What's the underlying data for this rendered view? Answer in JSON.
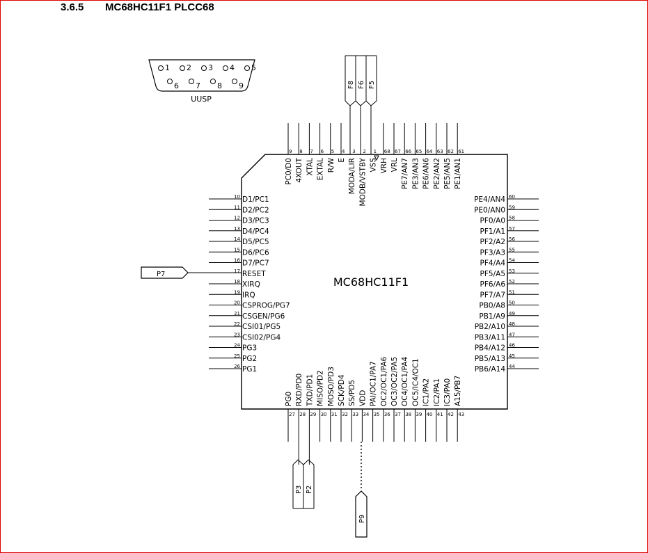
{
  "heading": {
    "number": "3.6.5",
    "title": "MC68HC11F1 PLCC68"
  },
  "chip_label": "MC68HC11F1",
  "uusp": {
    "label": "UUSP",
    "top_pins": [
      "1",
      "2",
      "3",
      "4",
      "5"
    ],
    "bottom_pins": [
      "6",
      "7",
      "8",
      "9"
    ]
  },
  "connectors": {
    "top": [
      "F8",
      "F6",
      "F5"
    ],
    "left": "P7",
    "bottom": [
      "P3",
      "P2"
    ],
    "vdd": "P9"
  },
  "top_pins": [
    {
      "n": "9",
      "name": "PC0/D0"
    },
    {
      "n": "8",
      "name": "4XOUT"
    },
    {
      "n": "7",
      "name": "XTAL"
    },
    {
      "n": "6",
      "name": "EXTAL"
    },
    {
      "n": "5",
      "name": "R/W"
    },
    {
      "n": "4",
      "name": "E"
    },
    {
      "n": "3",
      "name": "MODA/LIR"
    },
    {
      "n": "2",
      "name": "MODB/VSTBY"
    },
    {
      "n": "1",
      "name": "VSS"
    },
    {
      "n": "68",
      "name": "VRH"
    },
    {
      "n": "67",
      "name": "VRL"
    },
    {
      "n": "66",
      "name": "PE7/AN7"
    },
    {
      "n": "65",
      "name": "PE3/AN3"
    },
    {
      "n": "64",
      "name": "PE6/AN6"
    },
    {
      "n": "63",
      "name": "PE2/AN2"
    },
    {
      "n": "62",
      "name": "PE5/AN5"
    },
    {
      "n": "61",
      "name": "PE1/AN1"
    }
  ],
  "left_pins": [
    {
      "n": "10",
      "name": "D1/PC1"
    },
    {
      "n": "11",
      "name": "D2/PC2"
    },
    {
      "n": "12",
      "name": "D3/PC3"
    },
    {
      "n": "13",
      "name": "D4/PC4"
    },
    {
      "n": "14",
      "name": "D5/PC5"
    },
    {
      "n": "15",
      "name": "D6/PC6"
    },
    {
      "n": "16",
      "name": "D7/PC7"
    },
    {
      "n": "17",
      "name": "RESET"
    },
    {
      "n": "18",
      "name": "XIRQ"
    },
    {
      "n": "19",
      "name": "IRQ"
    },
    {
      "n": "20",
      "name": "CSPROG/PG7"
    },
    {
      "n": "21",
      "name": "CSGEN/PG6"
    },
    {
      "n": "22",
      "name": "CSI01/PG5"
    },
    {
      "n": "23",
      "name": "CSI02/PG4"
    },
    {
      "n": "24",
      "name": "PG3"
    },
    {
      "n": "25",
      "name": "PG2"
    },
    {
      "n": "26",
      "name": "PG1"
    }
  ],
  "right_pins": [
    {
      "n": "60",
      "name": "PE4/AN4"
    },
    {
      "n": "59",
      "name": "PE0/AN0"
    },
    {
      "n": "58",
      "name": "PF0/A0"
    },
    {
      "n": "57",
      "name": "PF1/A1"
    },
    {
      "n": "56",
      "name": "PF2/A2"
    },
    {
      "n": "55",
      "name": "PF3/A3"
    },
    {
      "n": "54",
      "name": "PF4/A4"
    },
    {
      "n": "53",
      "name": "PF5/A5"
    },
    {
      "n": "52",
      "name": "PF6/A6"
    },
    {
      "n": "51",
      "name": "PF7/A7"
    },
    {
      "n": "50",
      "name": "PB0/A8"
    },
    {
      "n": "49",
      "name": "PB1/A9"
    },
    {
      "n": "48",
      "name": "PB2/A10"
    },
    {
      "n": "47",
      "name": "PB3/A11"
    },
    {
      "n": "46",
      "name": "PB4/A12"
    },
    {
      "n": "45",
      "name": "PB5/A13"
    },
    {
      "n": "44",
      "name": "PB6/A14"
    }
  ],
  "bottom_pins": [
    {
      "n": "27",
      "name": "PG0"
    },
    {
      "n": "28",
      "name": "RXD/PD0"
    },
    {
      "n": "29",
      "name": "TXD/PD1"
    },
    {
      "n": "30",
      "name": "MISO/PD2"
    },
    {
      "n": "31",
      "name": "MOSO/PD3"
    },
    {
      "n": "32",
      "name": "SCK/PD4"
    },
    {
      "n": "33",
      "name": "SS/PD5"
    },
    {
      "n": "34",
      "name": "VDD"
    },
    {
      "n": "35",
      "name": "PAI/OC1/PA7"
    },
    {
      "n": "36",
      "name": "OC2/OC1/PA6"
    },
    {
      "n": "37",
      "name": "OC3/OC2/PA5"
    },
    {
      "n": "38",
      "name": "OC4/OC1/PA4"
    },
    {
      "n": "39",
      "name": "OC5/IC4/OC1"
    },
    {
      "n": "40",
      "name": "IC1/PA2"
    },
    {
      "n": "41",
      "name": "IC2/PA1"
    },
    {
      "n": "42",
      "name": "IC3/PA0"
    },
    {
      "n": "43",
      "name": "A15/PB7"
    }
  ]
}
